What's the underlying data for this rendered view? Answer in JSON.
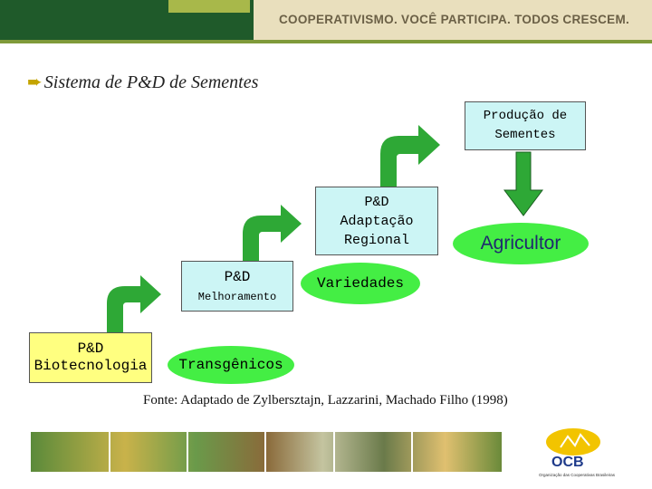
{
  "header": {
    "tagline": "COOPERATIVISMO. VOCÊ PARTICIPA. TODOS CRESCEM."
  },
  "title": {
    "bullet": "è",
    "text": "Sistema de P&D de Sementes"
  },
  "diagram": {
    "biotecnologia": {
      "line1": "P&D",
      "line2": "Biotecnologia"
    },
    "melhoramento": {
      "line1": "P&D",
      "line2": "Melhoramento"
    },
    "adaptacao": {
      "line1": "P&D",
      "line2": "Adaptação",
      "line3": "Regional"
    },
    "producao": {
      "line1": "Produção de",
      "line2": "Sementes"
    },
    "transgenicos": "Transgênicos",
    "variedades": "Variedades",
    "agricultor": "Agricultor"
  },
  "source": {
    "label": "Fonte",
    "text": ": Adaptado de Zylbersztajn, Lazzarini, Machado Filho (1998)"
  },
  "logo": {
    "name": "OCB",
    "subtitle": "Organização das Cooperativas Brasileiras"
  },
  "colors": {
    "box_yellow": "#ffff80",
    "box_cyan": "#ccf5f5",
    "oval_green": "#44ee44",
    "arrow_green": "#2ea836",
    "header_green": "#1f5a2a"
  }
}
